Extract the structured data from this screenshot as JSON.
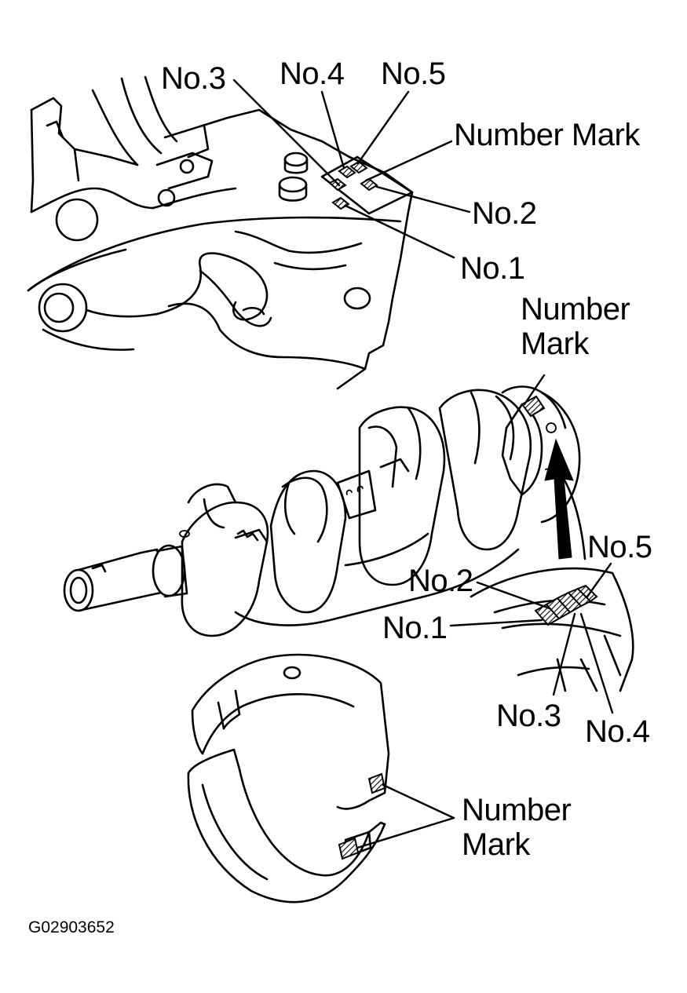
{
  "labels": {
    "block_no3": "No.3",
    "block_no4": "No.4",
    "block_no5": "No.5",
    "block_number_mark": "Number Mark",
    "block_no2": "No.2",
    "block_no1": "No.1",
    "crank_number_mark": "Number Mark",
    "crank_no5": "No.5",
    "crank_no2": "No.2",
    "crank_no1": "No.1",
    "crank_no3": "No.3",
    "crank_no4": "No.4",
    "bearing_number_mark": "Number Mark"
  },
  "figure_code": "G02903652",
  "colors": {
    "ink": "#000000",
    "paper": "#ffffff"
  },
  "icons": [
    "cylinder-block-drawing",
    "crankshaft-drawing",
    "bearing-shell-drawing",
    "number-mark-closeup-drawing"
  ]
}
